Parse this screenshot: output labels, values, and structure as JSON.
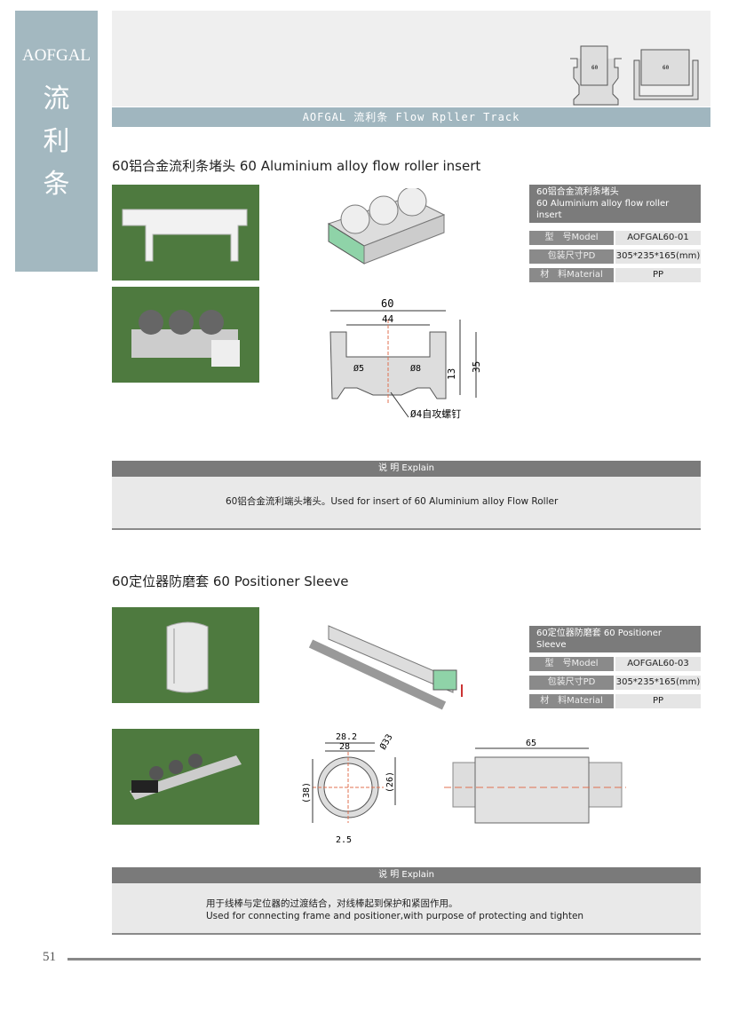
{
  "sidebar": {
    "brand": "AOFGAL",
    "chars": [
      "流",
      "利",
      "条"
    ]
  },
  "header": {
    "band_text": "AOFGAL 流利条  Flow Rpller Track",
    "profile_labels": [
      "60",
      "60"
    ]
  },
  "section1": {
    "title": "60铝合金流利条堵头   60 Aluminium alloy flow roller insert",
    "spec_header": [
      "60铝合金流利条堵头",
      "60 Aluminium alloy flow roller insert"
    ],
    "specs": [
      {
        "k": "型　号Model",
        "v": "AOFGAL60-01"
      },
      {
        "k": "包装尺寸PD",
        "v": "305*235*165(mm)"
      },
      {
        "k": "材　料Material",
        "v": "PP"
      }
    ],
    "dims": {
      "w": "60",
      "inner": "44",
      "h13": "13",
      "h35": "35",
      "d5": "Ø5",
      "d8": "Ø8",
      "screw": "Ø4自攻螺钉"
    },
    "explain_title": "说 明  Explain",
    "explain": [
      "60铝合金流利端头堵头。Used for insert of 60 Aluminium alloy Flow Roller"
    ]
  },
  "section2": {
    "title": "60定位器防磨套    60 Positioner Sleeve",
    "spec_header": [
      "60定位器防磨套  60 Positioner Sleeve"
    ],
    "specs": [
      {
        "k": "型　号Model",
        "v": "AOFGAL60-03"
      },
      {
        "k": "包装尺寸PD",
        "v": "305*235*165(mm)"
      },
      {
        "k": "材　料Material",
        "v": "PP"
      }
    ],
    "dims": {
      "d282": "28.2",
      "d28": "28",
      "d33": "Ø33",
      "d38": "(38)",
      "d26": "(26)",
      "d25": "2.5",
      "len": "65"
    },
    "explain_title": "说 明  Explain",
    "explain": [
      "用于线棒与定位器的过渡结合，对线棒起到保护和紧固作用。",
      "Used for connecting frame and positioner,with purpose of protecting and tighten"
    ]
  },
  "footer": {
    "page": "51"
  }
}
